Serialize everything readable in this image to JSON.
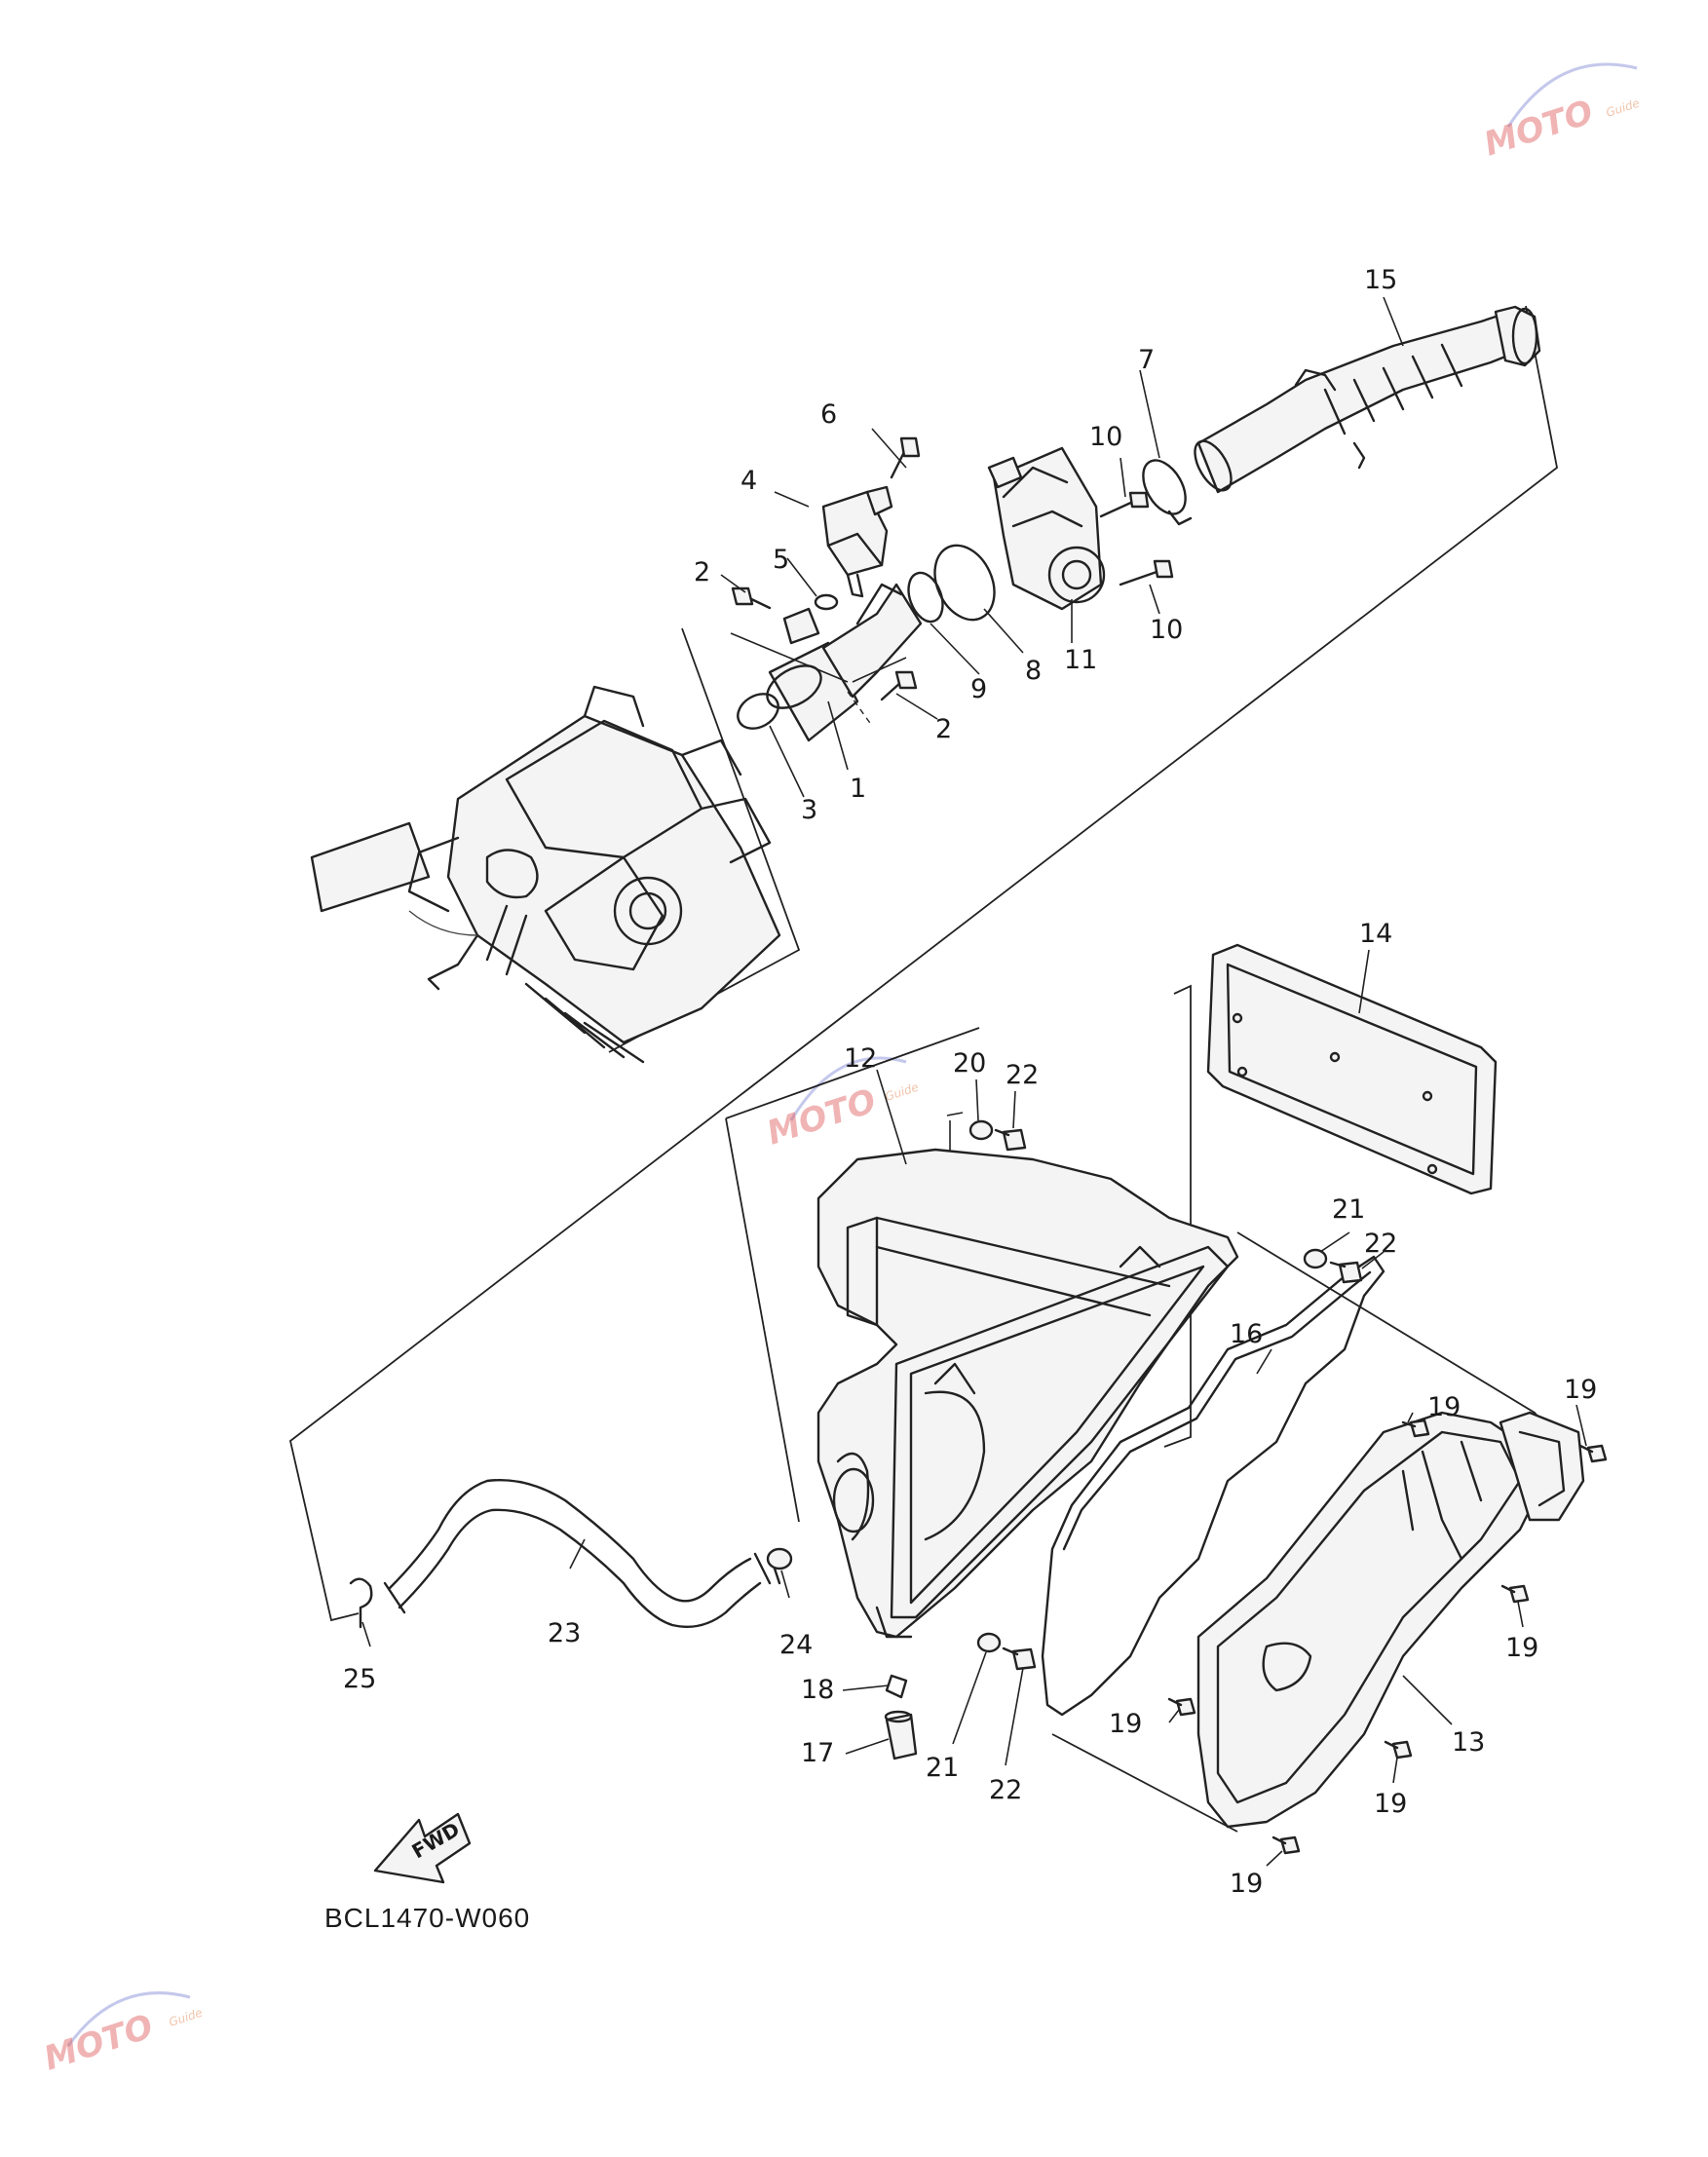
{
  "diagram_code": "BCL1470-W060",
  "fwd_label": "FWD",
  "watermark": {
    "brand": "MOTO",
    "sub": "Guide"
  },
  "callouts": [
    {
      "id": "c1",
      "text": "1"
    },
    {
      "id": "c2a",
      "text": "2"
    },
    {
      "id": "c2b",
      "text": "2"
    },
    {
      "id": "c3",
      "text": "3"
    },
    {
      "id": "c4",
      "text": "4"
    },
    {
      "id": "c5",
      "text": "5"
    },
    {
      "id": "c6",
      "text": "6"
    },
    {
      "id": "c7",
      "text": "7"
    },
    {
      "id": "c8",
      "text": "8"
    },
    {
      "id": "c9",
      "text": "9"
    },
    {
      "id": "c10a",
      "text": "10"
    },
    {
      "id": "c10b",
      "text": "10"
    },
    {
      "id": "c11",
      "text": "11"
    },
    {
      "id": "c12",
      "text": "12"
    },
    {
      "id": "c13",
      "text": "13"
    },
    {
      "id": "c14",
      "text": "14"
    },
    {
      "id": "c15",
      "text": "15"
    },
    {
      "id": "c16",
      "text": "16"
    },
    {
      "id": "c17",
      "text": "17"
    },
    {
      "id": "c18",
      "text": "18"
    },
    {
      "id": "c19a",
      "text": "19"
    },
    {
      "id": "c19b",
      "text": "19"
    },
    {
      "id": "c19c",
      "text": "19"
    },
    {
      "id": "c19d",
      "text": "19"
    },
    {
      "id": "c19e",
      "text": "19"
    },
    {
      "id": "c19f",
      "text": "19"
    },
    {
      "id": "c20",
      "text": "20"
    },
    {
      "id": "c21a",
      "text": "21"
    },
    {
      "id": "c21b",
      "text": "21"
    },
    {
      "id": "c22a",
      "text": "22"
    },
    {
      "id": "c22b",
      "text": "22"
    },
    {
      "id": "c22c",
      "text": "22"
    },
    {
      "id": "c23",
      "text": "23"
    },
    {
      "id": "c24",
      "text": "24"
    },
    {
      "id": "c25",
      "text": "25"
    }
  ]
}
